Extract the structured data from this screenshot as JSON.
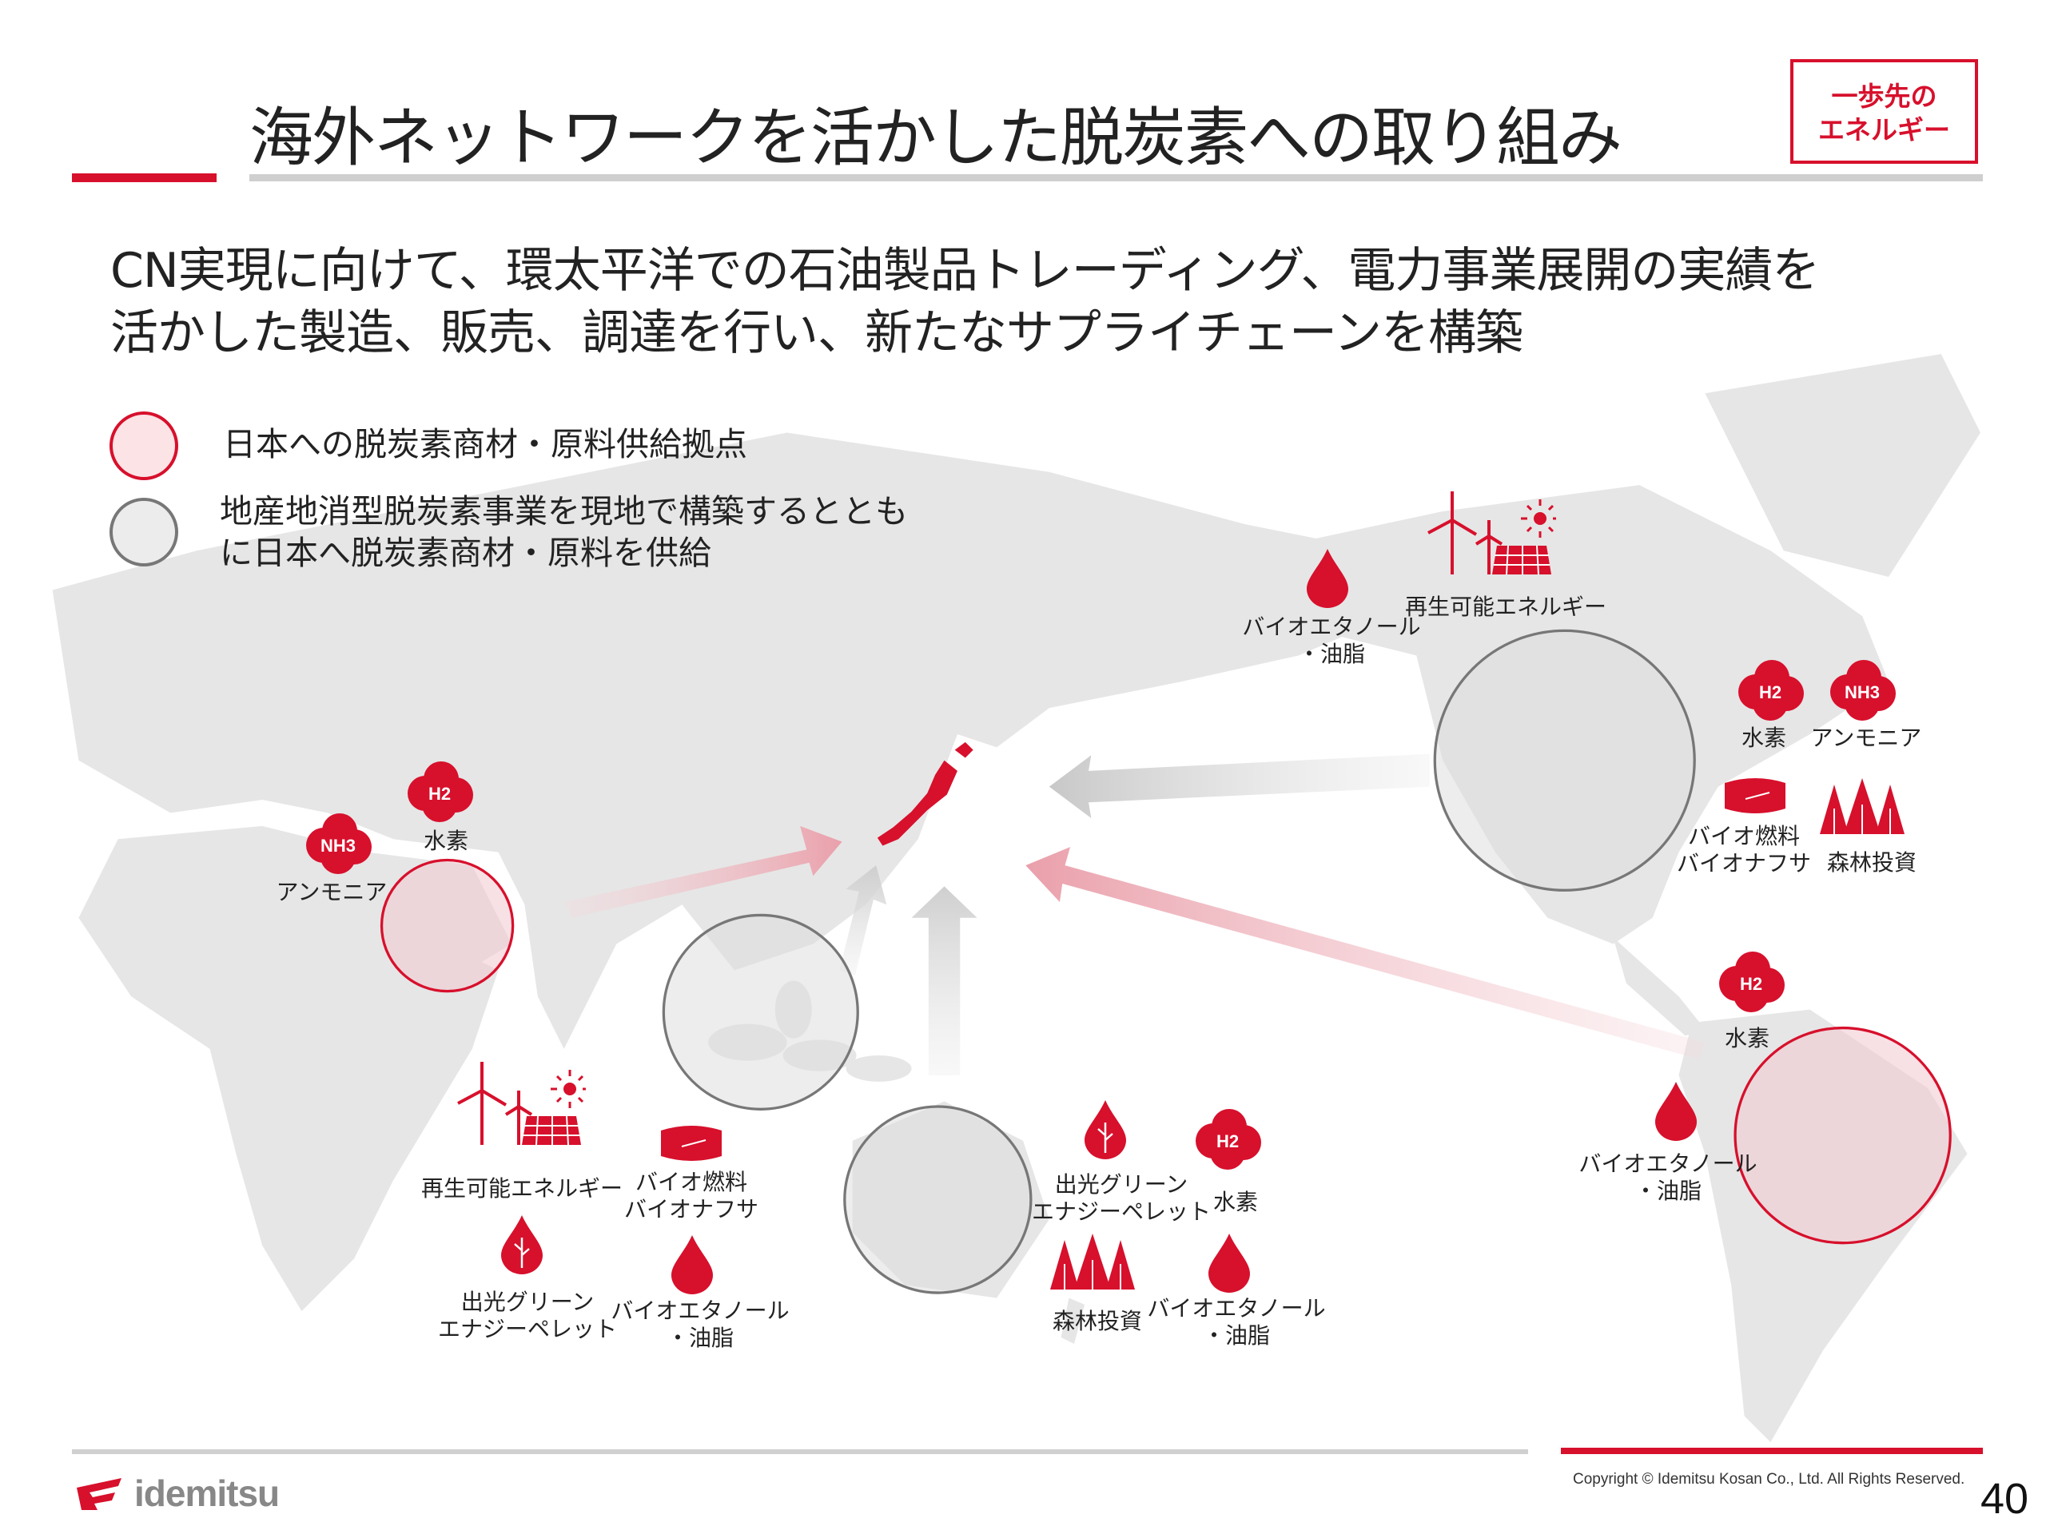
{
  "header": {
    "title": "海外ネットワークを活かした脱炭素への取り組み",
    "badge_lines": [
      "一歩先の",
      "エネルギー"
    ]
  },
  "subtitle": [
    "CN実現に向けて、環太平洋での石油製品トレーディング、電力事業展開の実績を",
    "活かした製造、販売、調達を行い、新たなサプライチェーンを構築"
  ],
  "legend": [
    {
      "label_lines": [
        "日本への脱炭素商材・原料供給拠点"
      ],
      "color": "#d7102c"
    },
    {
      "label_lines": [
        "地産地消型脱炭素事業を現地で構築するととも",
        "に日本へ脱炭素商材・原料を供給"
      ],
      "color": "#777777"
    }
  ],
  "annotations": [
    {
      "icon": "hydrogen-icon",
      "lines": [
        "水素"
      ]
    },
    {
      "icon": "ammonia-icon",
      "lines": [
        "アンモニア"
      ]
    },
    {
      "icon": "bio-drop-icon",
      "lines": [
        "バイオエタノール",
        "・油脂"
      ]
    },
    {
      "icon": "renewable-icon",
      "lines": [
        "再生可能エネルギー"
      ]
    },
    {
      "icon": "hydrogen-icon",
      "lines": [
        "水素"
      ]
    },
    {
      "icon": "ammonia-icon",
      "lines": [
        "アンモニア"
      ]
    },
    {
      "icon": "biofuel-tank-icon",
      "lines": [
        "バイオ燃料",
        "バイオナフサ"
      ]
    },
    {
      "icon": "forest-icon",
      "lines": [
        "森林投資"
      ]
    },
    {
      "icon": "hydrogen-icon",
      "lines": [
        "水素"
      ]
    },
    {
      "icon": "bio-drop-icon",
      "lines": [
        "バイオエタノール",
        "・油脂"
      ]
    },
    {
      "icon": "renewable-icon",
      "lines": [
        "再生可能エネルギー"
      ]
    },
    {
      "icon": "pellet-icon",
      "lines": [
        "出光グリーン",
        "エナジーペレット"
      ]
    },
    {
      "icon": "biofuel-tank-icon",
      "lines": [
        "バイオ燃料",
        "バイオナフサ"
      ]
    },
    {
      "icon": "bio-drop-icon",
      "lines": [
        "バイオエタノール",
        "・油脂"
      ]
    },
    {
      "icon": "pellet-icon",
      "lines": [
        "出光グリーン",
        "エナジーペレット"
      ]
    },
    {
      "icon": "hydrogen-icon",
      "lines": [
        "水素"
      ]
    },
    {
      "icon": "forest-icon",
      "lines": [
        "森林投資"
      ]
    },
    {
      "icon": "bio-drop-icon",
      "lines": [
        "バイオエタノール",
        "・油脂"
      ]
    }
  ],
  "icon_text": {
    "h2": "H2",
    "nh3": "NH3"
  },
  "footer": {
    "logo_text": "idemitsu",
    "copyright": "Copyright © Idemitsu Kosan Co., Ltd.  All Rights Reserved.",
    "page_number": "40"
  },
  "colors": {
    "accent": "#d7102c",
    "map": "#e4e4e4",
    "pink": "#f3c9cf"
  }
}
